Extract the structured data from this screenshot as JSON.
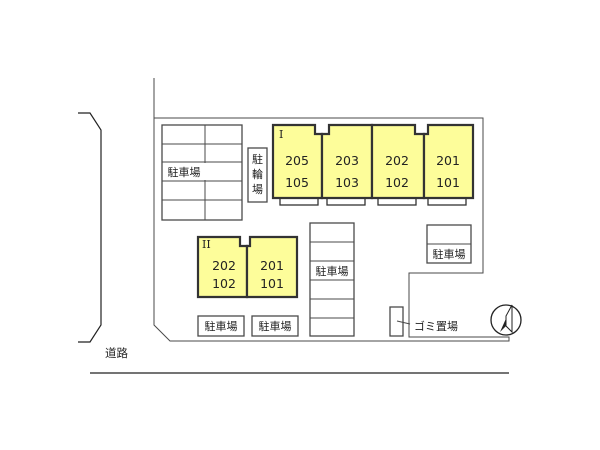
{
  "buildings": [
    {
      "label": "I",
      "units": [
        {
          "upper": "205",
          "lower": "105"
        },
        {
          "upper": "203",
          "lower": "103"
        },
        {
          "upper": "202",
          "lower": "102"
        },
        {
          "upper": "201",
          "lower": "101"
        }
      ]
    },
    {
      "label": "II",
      "units": [
        {
          "upper": "202",
          "lower": "102"
        },
        {
          "upper": "201",
          "lower": "101"
        }
      ]
    }
  ],
  "labels": {
    "parking": "駐車場",
    "bicycle_parking_chars": [
      "駐",
      "輪",
      "場"
    ],
    "garbage": "ゴミ置場",
    "road": "道路"
  },
  "colors": {
    "unit_fill": "#fdfd9a",
    "outline": "#333333"
  },
  "icons": {
    "north": "north-arrow-icon"
  }
}
